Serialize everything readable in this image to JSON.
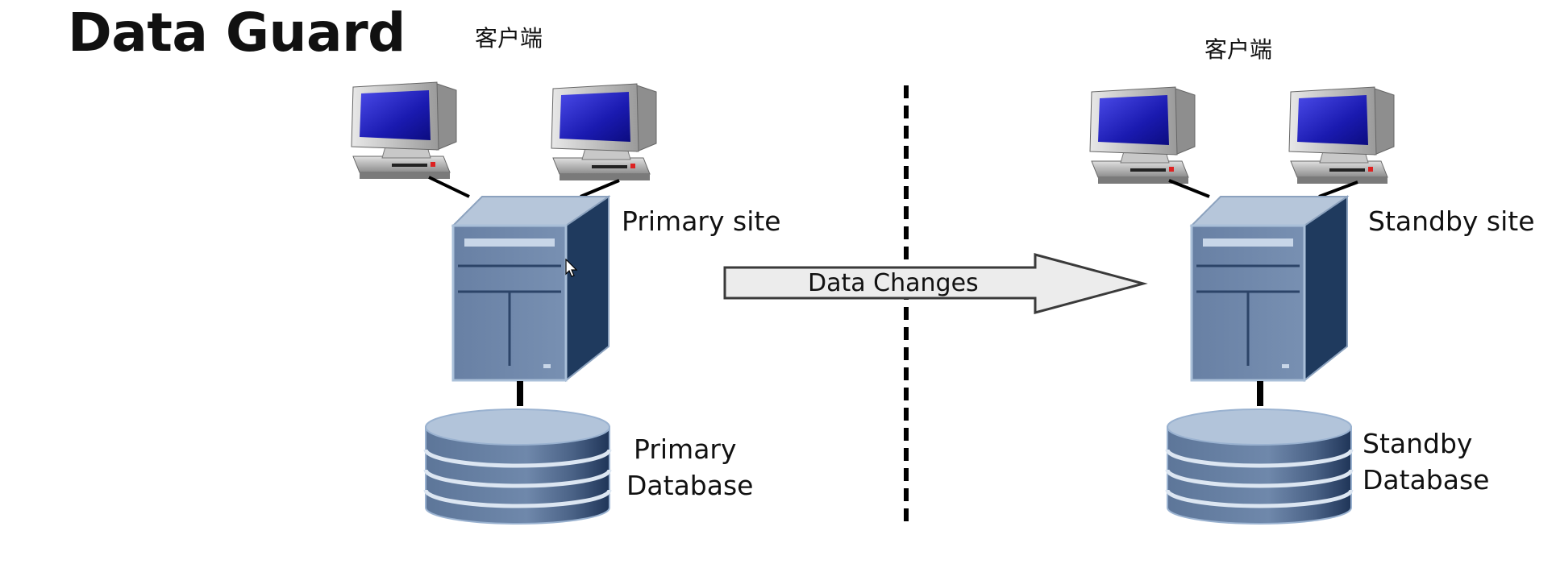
{
  "title": "Data Guard",
  "primary": {
    "clients_label": "客户端",
    "site_label": "Primary site",
    "database_label_line1": "Primary",
    "database_label_line2": "Database"
  },
  "standby": {
    "clients_label": "客户端",
    "site_label": "Standby site",
    "database_label_line1": "Standby",
    "database_label_line2": "Database"
  },
  "arrow": {
    "label": "Data Changes"
  },
  "colors": {
    "server_front": "#6f86a8",
    "server_side": "#1f3a5e",
    "server_top": "#b8c8dc",
    "monitor_screen": "#2222c8",
    "arrow_fill": "#ededed"
  }
}
